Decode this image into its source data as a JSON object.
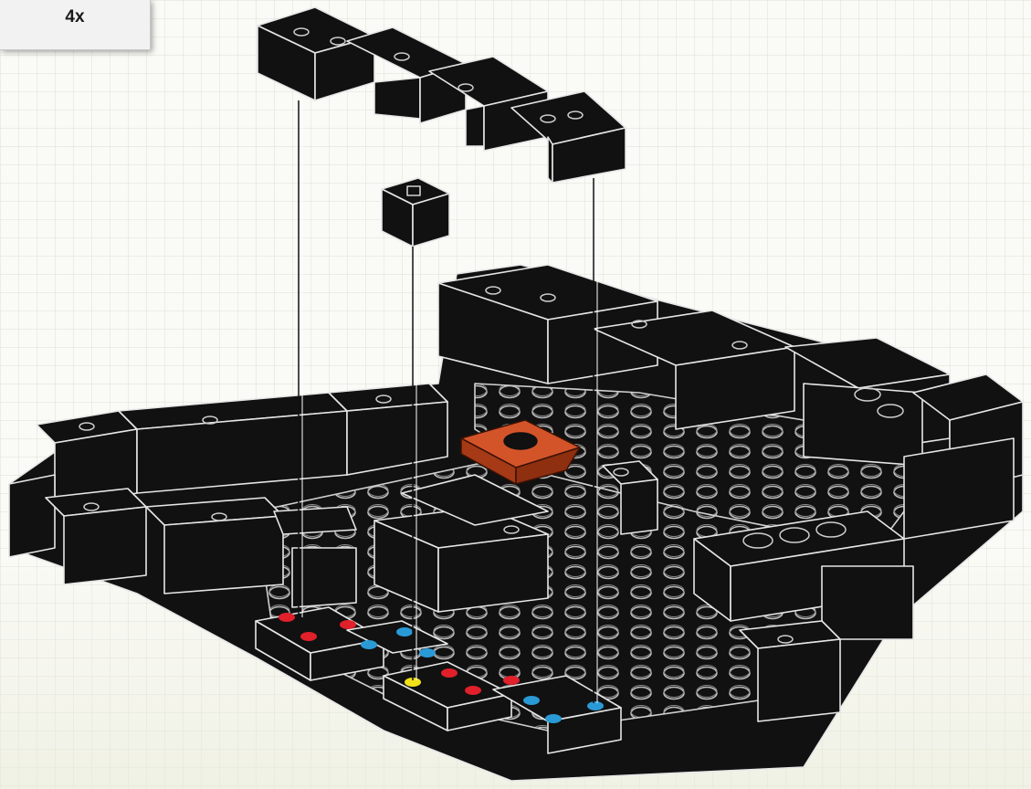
{
  "callout": {
    "quantity_label": "4x"
  },
  "colors": {
    "brick": "#111111",
    "outline": "#e6e6e6",
    "tile_orange": "#c4461e",
    "dot_red": "#e0202a",
    "dot_blue": "#2a9ad6",
    "dot_yellow": "#f2e21a"
  },
  "icons": [
    "lego-wall-piece",
    "lego-1x1-brick",
    "lego-orange-tile",
    "lego-baseplate"
  ]
}
